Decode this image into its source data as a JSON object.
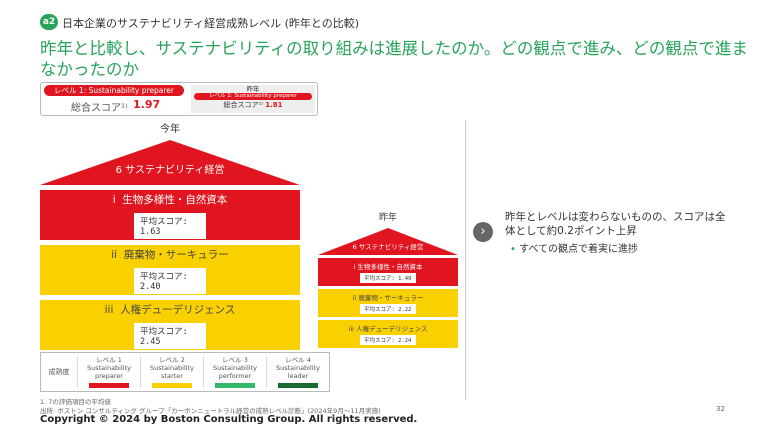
{
  "header": {
    "badge": "a2",
    "subtitle": "日本企業のサステナビリティ経営成熟レベル (昨年との比較)"
  },
  "title": "昨年と比較し、サステナビリティの取り組みは進展したのか。どの観点で進み、どの観点で進まなかったのか",
  "score_box": {
    "current": {
      "level": "レベル 1: Sustainability preparer",
      "label": "総合スコア¹⁾",
      "value": "1.97"
    },
    "previous": {
      "heading": "昨年",
      "level": "レベル 1: Sustainability preparer",
      "label": "総合スコア¹⁾",
      "value": "1.81"
    }
  },
  "this_year": {
    "heading": "今年",
    "roof": "6 サステナビリティ経営",
    "pillars": [
      {
        "num": "i",
        "name": "生物多様性・自然資本",
        "score": "平均スコア: 1.63",
        "color": "#e0151f"
      },
      {
        "num": "ii",
        "name": "廃棄物・サーキュラー",
        "score": "平均スコア: 2.40",
        "color": "#f9d100"
      },
      {
        "num": "iii",
        "name": "人権デューデリジェンス",
        "score": "平均スコア: 2.45",
        "color": "#f9d100"
      }
    ]
  },
  "last_year": {
    "heading": "昨年",
    "roof": "6 サステナビリティ経営",
    "pillars": [
      {
        "num": "i",
        "name": "生物多様性・自然資本",
        "score": "平均スコア: 1.49"
      },
      {
        "num": "ii",
        "name": "廃棄物・サーキュラー",
        "score": "平均スコア: 2.22"
      },
      {
        "num": "iii",
        "name": "人権デューデリジェンス",
        "score": "平均スコア: 2.24"
      }
    ]
  },
  "legend": {
    "label": "成熟度",
    "levels": [
      {
        "level": "レベル 1",
        "l1": "Sustainability",
        "l2": "preparer",
        "color": "#e0151f"
      },
      {
        "level": "レベル 2",
        "l1": "Sustainability",
        "l2": "starter",
        "color": "#f9d100"
      },
      {
        "level": "レベル 3",
        "l1": "Sustainability",
        "l2": "performer",
        "color": "#34b86a"
      },
      {
        "level": "レベル 4",
        "l1": "Sustainability",
        "l2": "leader",
        "color": "#1a6b32"
      }
    ]
  },
  "conclusion": {
    "main": "昨年とレベルは変わらないものの、スコアは全体として約0.2ポイント上昇",
    "bullet": "すべての観点で着実に進捗"
  },
  "footnote": "1. 7の評価項目の平均値",
  "source": "出所: ボストン コンサルティング グループ「カーボンニュートラル経営の成熟レベル診断」(2024年9月～11月実施)",
  "copyright": "Copyright © 2024 by Boston Consulting Group. All rights reserved.",
  "page_number": "32"
}
